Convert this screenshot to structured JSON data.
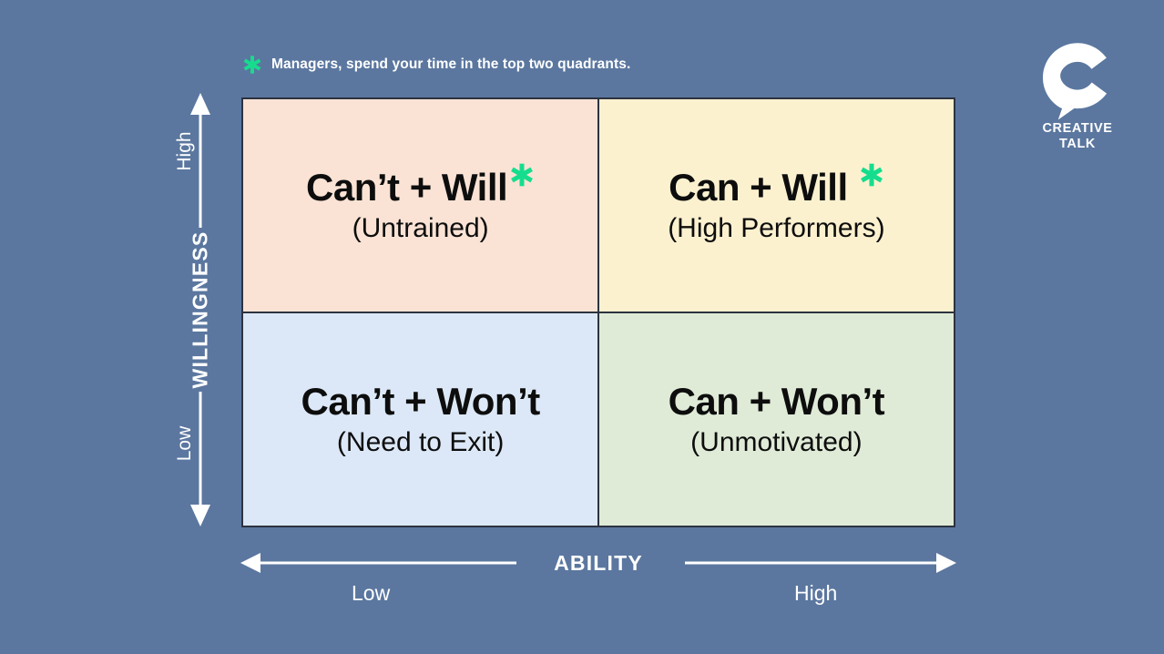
{
  "theme": {
    "background_color": "#5b779f",
    "accent_color": "#16dd8e",
    "border_color": "#2d3340",
    "text_light": "#ffffff",
    "text_dark": "#0d0d0d"
  },
  "caption": {
    "icon": "green-asterisk-icon",
    "text": "Managers, spend your time in the top two quadrants."
  },
  "matrix": {
    "quadrants": [
      {
        "id": "cant-will",
        "title": "Can’t + Will",
        "subtitle": "(Untrained)",
        "color": "#fae3d5",
        "starred": true,
        "position": "top-left"
      },
      {
        "id": "can-will",
        "title": "Can + Will",
        "subtitle": "(High Performers)",
        "color": "#fcf1cf",
        "starred": true,
        "position": "top-right"
      },
      {
        "id": "cant-wont",
        "title": "Can’t + Won’t",
        "subtitle": "(Need to Exit)",
        "color": "#dce8f7",
        "starred": false,
        "position": "bottom-left"
      },
      {
        "id": "can-wont",
        "title": "Can + Won’t",
        "subtitle": "(Unmotivated)",
        "color": "#dfebd7",
        "starred": false,
        "position": "bottom-right"
      }
    ]
  },
  "axes": {
    "y": {
      "title": "WILLINGNESS",
      "high_label": "High",
      "low_label": "Low"
    },
    "x": {
      "title": "ABILITY",
      "low_label": "Low",
      "high_label": "High"
    }
  },
  "logo": {
    "mark": "creative-talk-c-logo",
    "line1": "CREATIVE",
    "line2": "TALK"
  },
  "chart_data": {
    "type": "table",
    "title": "Ability vs Willingness Matrix",
    "xlabel": "ABILITY",
    "ylabel": "WILLINGNESS",
    "x_ticks": [
      "Low",
      "High"
    ],
    "y_ticks": [
      "Low",
      "High"
    ],
    "annotation": "Managers, spend your time in the top two quadrants.",
    "cells": [
      {
        "x": "Low",
        "y": "High",
        "label": "Can’t + Will",
        "detail": "(Untrained)",
        "color": "#fae3d5",
        "highlighted": true
      },
      {
        "x": "High",
        "y": "High",
        "label": "Can + Will",
        "detail": "(High Performers)",
        "color": "#fcf1cf",
        "highlighted": true
      },
      {
        "x": "Low",
        "y": "Low",
        "label": "Can’t + Won’t",
        "detail": "(Need to Exit)",
        "color": "#dce8f7",
        "highlighted": false
      },
      {
        "x": "High",
        "y": "Low",
        "label": "Can + Won’t",
        "detail": "(Unmotivated)",
        "color": "#dfebd7",
        "highlighted": false
      }
    ]
  }
}
